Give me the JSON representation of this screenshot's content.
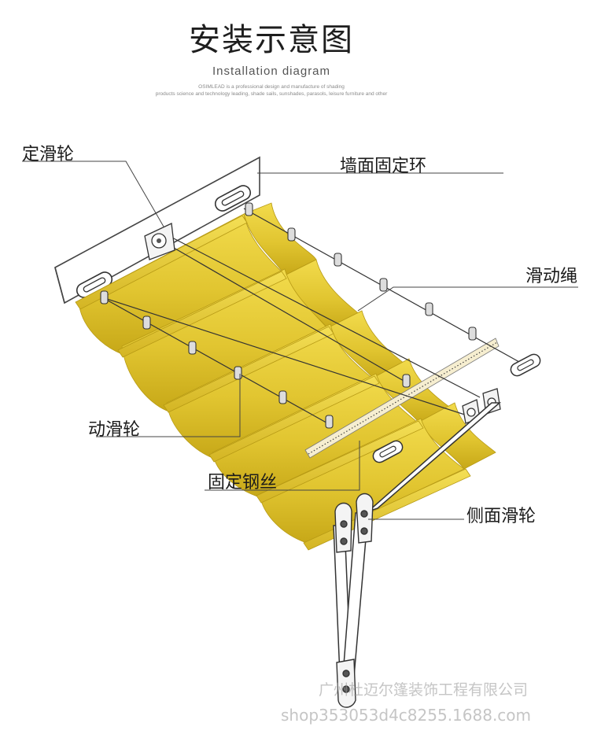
{
  "header": {
    "title": "安装示意图",
    "subtitle": "Installation diagram",
    "tagline_1": "OSIMLEAD is a professional design and manufacture of shading",
    "tagline_2": "products science and technology leading, shade sails, sunshades, parasols, leisure furniture and other"
  },
  "labels": {
    "fixed_pulley": "定滑轮",
    "wall_ring": "墙面固定环",
    "slide_rope": "滑动绳",
    "moving_pulley": "动滑轮",
    "fixed_wire": "固定钢丝",
    "side_pulley": "侧面滑轮"
  },
  "watermark": {
    "company": "广州杜迈尔篷装饰工程有限公司",
    "shop": "shop353053d4c8255.1688.com"
  },
  "colors": {
    "fabric": "#e2c631",
    "fabric_shadow": "#c9aa1a",
    "fabric_light": "#f0d949",
    "line": "#333333"
  }
}
